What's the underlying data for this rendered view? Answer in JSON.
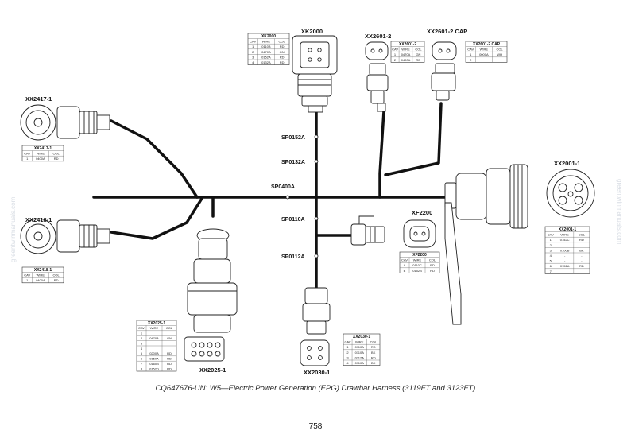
{
  "caption": "CQ647676-UN: W5—Electric Power Generation (EPG) Drawbar Harness (3119FT and 3123FT)",
  "page_number": "758",
  "watermark": "greentwinmanuals.com",
  "connector_labels": {
    "xk2000": "XK2000",
    "xx2601_2": "XX2601-2",
    "xx2601_2_cap": "XX2601-2 CAP",
    "xx2417_1": "XX2417-1",
    "xx2418_1": "XX2418-1",
    "xx2001_1": "XX2001-1",
    "xf2200": "XF2200",
    "xx2025_1": "XX2025-1",
    "xx2030_1": "XX2030-1"
  },
  "splice_labels": {
    "sp0152a": "SP0152A",
    "sp0132a": "SP0132A",
    "sp0400a": "SP0400A",
    "sp0110a": "SP0110A",
    "sp0112a": "SP0112A"
  },
  "tables": {
    "xk2000": {
      "title": "XK2000",
      "headers": [
        "CAV",
        "WIRE",
        "COL"
      ],
      "rows": [
        [
          "1",
          "0110B",
          "RD"
        ],
        [
          "2",
          "0470A",
          "GN"
        ],
        [
          "3",
          "0152A",
          "RD"
        ],
        [
          "4",
          "0132A",
          "RD"
        ]
      ]
    },
    "xx2601_2": {
      "title": "XX2601-2",
      "headers": [
        "CAV",
        "WIRE",
        "COL"
      ],
      "rows": [
        [
          "1",
          "0470A",
          "GN"
        ],
        [
          "2",
          "0400A",
          "RD"
        ]
      ]
    },
    "xx2601_2_cap": {
      "title": "XX2601-2 CAP",
      "headers": [
        "CAV",
        "WIRE",
        "COL"
      ],
      "rows": [
        [
          "1",
          "0000A",
          "WH"
        ],
        [
          "2",
          "",
          ""
        ]
      ]
    },
    "xx2417_1": {
      "title": "XX2417-1",
      "headers": [
        "CAV",
        "WIRE",
        "COL"
      ],
      "rows": [
        [
          "1",
          "0400A",
          "RD"
        ]
      ]
    },
    "xx2418_1": {
      "title": "XX2418-1",
      "headers": [
        "CAV",
        "WIRE",
        "COL"
      ],
      "rows": [
        [
          "1",
          "0400A",
          "RD"
        ]
      ]
    },
    "xx2001_1": {
      "title": "XX2001-1",
      "headers": [
        "CAV",
        "WIRE",
        "COL"
      ],
      "rows": [
        [
          "1",
          "0152C",
          "RD"
        ],
        [
          "2",
          "-",
          "-"
        ],
        [
          "3",
          "0100B",
          "BK"
        ],
        [
          "4",
          "-",
          "-"
        ],
        [
          "5",
          "-",
          "-"
        ],
        [
          "6",
          "0152A",
          "RD"
        ],
        [
          "7",
          "",
          ""
        ]
      ]
    },
    "xf2200": {
      "title": "XF2200",
      "headers": [
        "CAV",
        "WIRE",
        "COL"
      ],
      "rows": [
        [
          "A",
          "0110C",
          "RD"
        ],
        [
          "B",
          "0152B",
          "RD"
        ]
      ]
    },
    "xx2025_1": {
      "title": "XX2025-1",
      "headers": [
        "CAV",
        "WIRE",
        "COL"
      ],
      "rows": [
        [
          "1",
          "",
          ""
        ],
        [
          "2",
          "0470A",
          "GN"
        ],
        [
          "3",
          "",
          ""
        ],
        [
          "4",
          "",
          ""
        ],
        [
          "5",
          "0200A",
          "RD"
        ],
        [
          "6",
          "0150A",
          "RD"
        ],
        [
          "7",
          "0160B",
          "RD"
        ],
        [
          "8",
          "0152D",
          "RD"
        ]
      ]
    },
    "xx2030_1": {
      "title": "XX2030-1",
      "headers": [
        "CAV",
        "WIRE",
        "COL"
      ],
      "rows": [
        [
          "1",
          "0110A",
          "RD"
        ],
        [
          "2",
          "0110A",
          "BK"
        ],
        [
          "3",
          "0112A",
          "RD"
        ],
        [
          "4",
          "0110A",
          "BK"
        ]
      ]
    }
  }
}
